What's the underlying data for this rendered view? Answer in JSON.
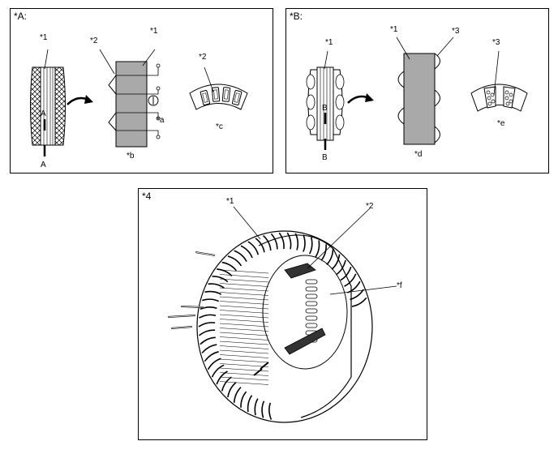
{
  "panels": {
    "a": {
      "title": "*A:",
      "labels": {
        "n1_left": "*1",
        "n2_top": "*2",
        "n1_top": "*1",
        "n2_right": "*2",
        "section_a_top": "A",
        "section_a_bottom": "A",
        "callout_a": "*a",
        "callout_b": "*b",
        "callout_c": "*c"
      }
    },
    "b": {
      "title": "*B:",
      "labels": {
        "n1_left": "*1",
        "n1_mid": "*1",
        "n3_mid": "*3",
        "n3_right": "*3",
        "section_b_top": "B",
        "section_b_bottom": "B",
        "callout_d": "*d",
        "callout_e": "*e"
      }
    },
    "four": {
      "title": "*4",
      "labels": {
        "n1": "*1",
        "n2": "*2",
        "callout_f": "*f"
      }
    }
  },
  "colors": {
    "fill_gray": "#a9a9a9",
    "stroke": "#000000",
    "background": "#ffffff"
  }
}
